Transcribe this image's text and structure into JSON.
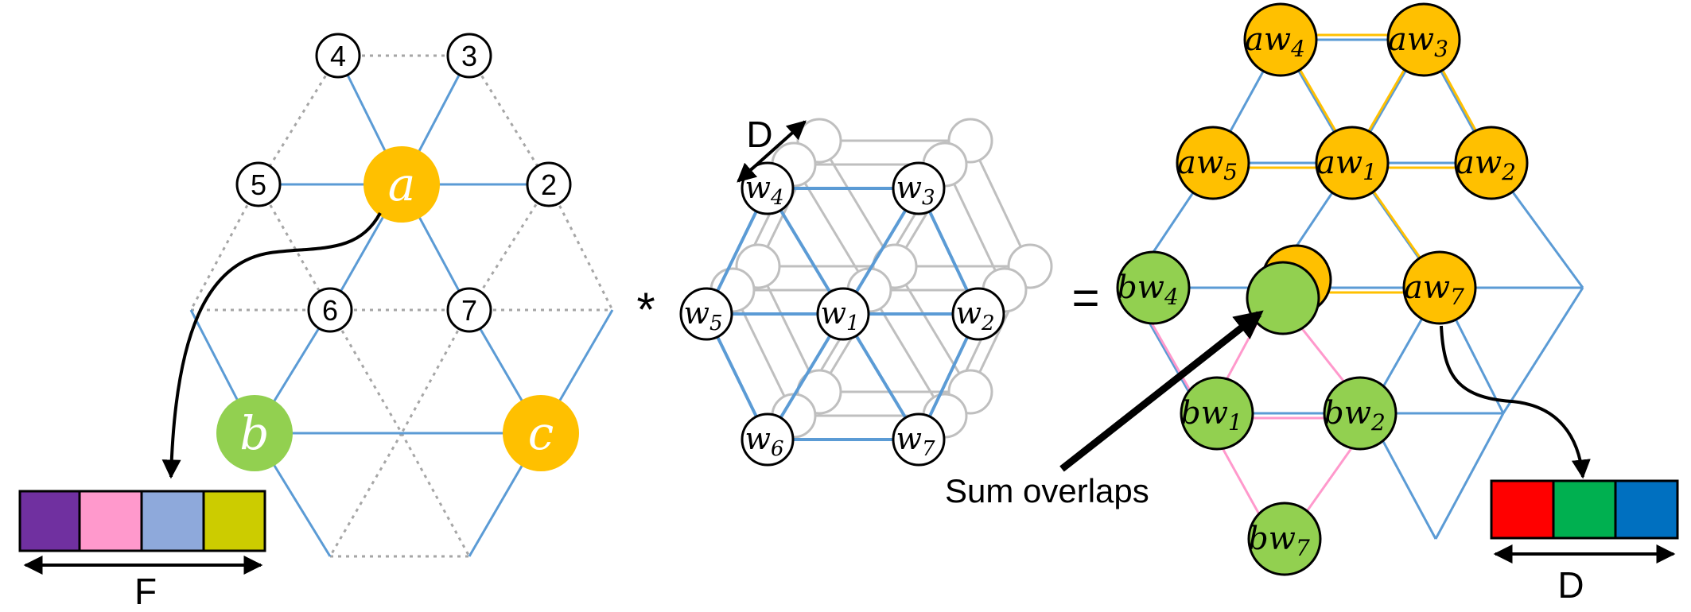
{
  "left_panel": {
    "node_labels": [
      "2",
      "3",
      "4",
      "5",
      "6",
      "7"
    ],
    "feature_nodes": [
      {
        "label": "a",
        "color": "#FFC000"
      },
      {
        "label": "b",
        "color": "#92D050"
      },
      {
        "label": "c",
        "color": "#FFC000"
      }
    ],
    "feature_bar_colors": [
      "#7030A0",
      "#FF99CC",
      "#8EA9DB",
      "#CCCC00"
    ],
    "feature_bar_label": "F"
  },
  "operator_convolve": "*",
  "operator_equals": "=",
  "kernel": {
    "depth_label": "D",
    "weights": [
      {
        "base": "w",
        "sub": "1"
      },
      {
        "base": "w",
        "sub": "2"
      },
      {
        "base": "w",
        "sub": "3"
      },
      {
        "base": "w",
        "sub": "4"
      },
      {
        "base": "w",
        "sub": "5"
      },
      {
        "base": "w",
        "sub": "6"
      },
      {
        "base": "w",
        "sub": "7"
      }
    ]
  },
  "result": {
    "orange_nodes": [
      {
        "base": "aw",
        "sub": "1"
      },
      {
        "base": "aw",
        "sub": "2"
      },
      {
        "base": "aw",
        "sub": "3"
      },
      {
        "base": "aw",
        "sub": "4"
      },
      {
        "base": "aw",
        "sub": "5"
      },
      {
        "base": "aw",
        "sub": "7"
      }
    ],
    "green_nodes": [
      {
        "base": "bw",
        "sub": "1"
      },
      {
        "base": "bw",
        "sub": "2"
      },
      {
        "base": "bw",
        "sub": "4"
      },
      {
        "base": "bw",
        "sub": "7"
      }
    ],
    "sum_label": "Sum overlaps",
    "output_bar_colors": [
      "#FF0000",
      "#00B050",
      "#0070C0"
    ],
    "output_bar_label": "D",
    "orange": "#FFC000",
    "green": "#92D050"
  },
  "colors": {
    "blue_line": "#5B9BD5",
    "dotted_line": "#A6A6A6",
    "pink_line": "#FF99CC",
    "gray_line": "#BFBFBF"
  }
}
